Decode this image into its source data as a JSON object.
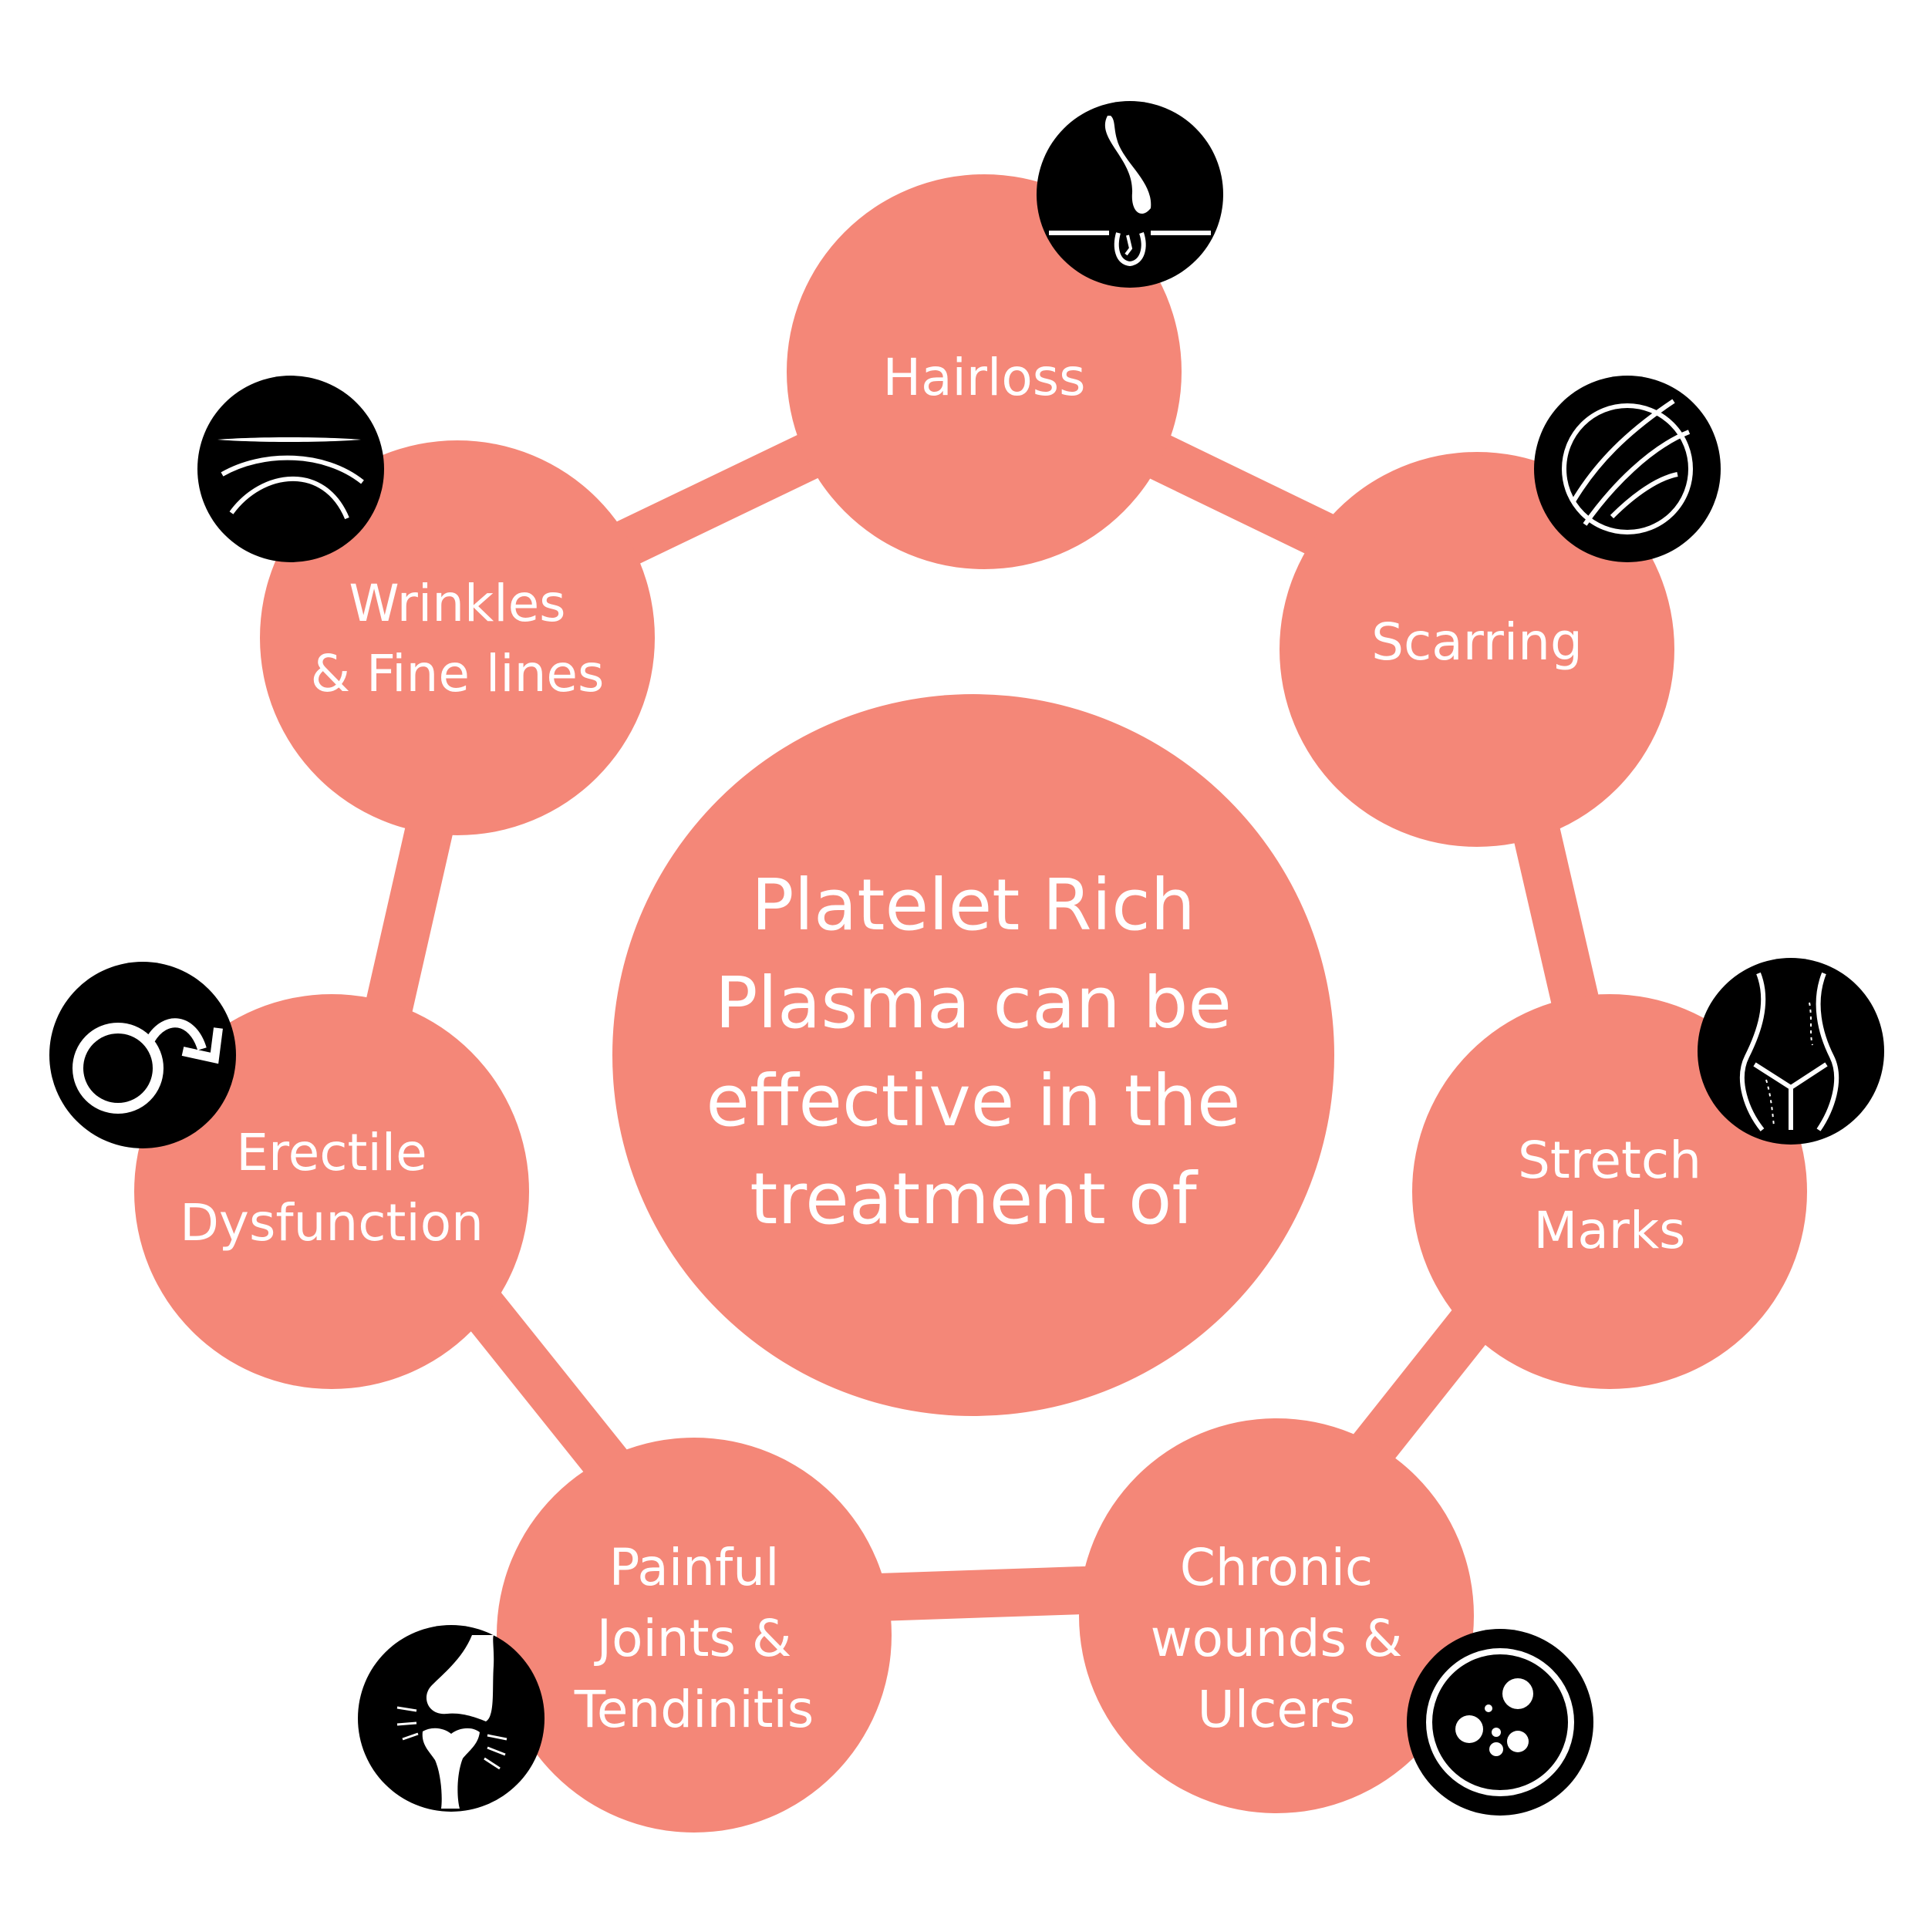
{
  "colors": {
    "node_fill": "#f48778",
    "icon_fill": "#000000",
    "icon_stroke": "#ffffff",
    "background": "#ffffff"
  },
  "center": {
    "lines": [
      "Platelet Rich",
      "Plasma can be",
      "effective in the",
      "treatment of"
    ]
  },
  "nodes": [
    {
      "id": "hairloss",
      "lines": [
        "Hairloss"
      ],
      "icon": "hair-follicle-icon"
    },
    {
      "id": "scarring",
      "lines": [
        "Scarring"
      ],
      "icon": "scar-icon"
    },
    {
      "id": "stretch-marks",
      "lines": [
        "Stretch",
        "Marks"
      ],
      "icon": "torso-stretch-marks-icon"
    },
    {
      "id": "chronic-wounds",
      "lines": [
        "Chronic",
        "wounds &",
        "Ulcers"
      ],
      "icon": "cells-wound-icon"
    },
    {
      "id": "painful-joints",
      "lines": [
        "Painful",
        "Joints &",
        "Tendinitis"
      ],
      "icon": "knee-joint-icon"
    },
    {
      "id": "erectile-dysfunction",
      "lines": [
        "Erectile",
        "Dysfunction"
      ],
      "icon": "male-symbol-icon"
    },
    {
      "id": "wrinkles",
      "lines": [
        "Wrinkles",
        "& Fine lines"
      ],
      "icon": "wrinkle-lines-icon"
    }
  ]
}
